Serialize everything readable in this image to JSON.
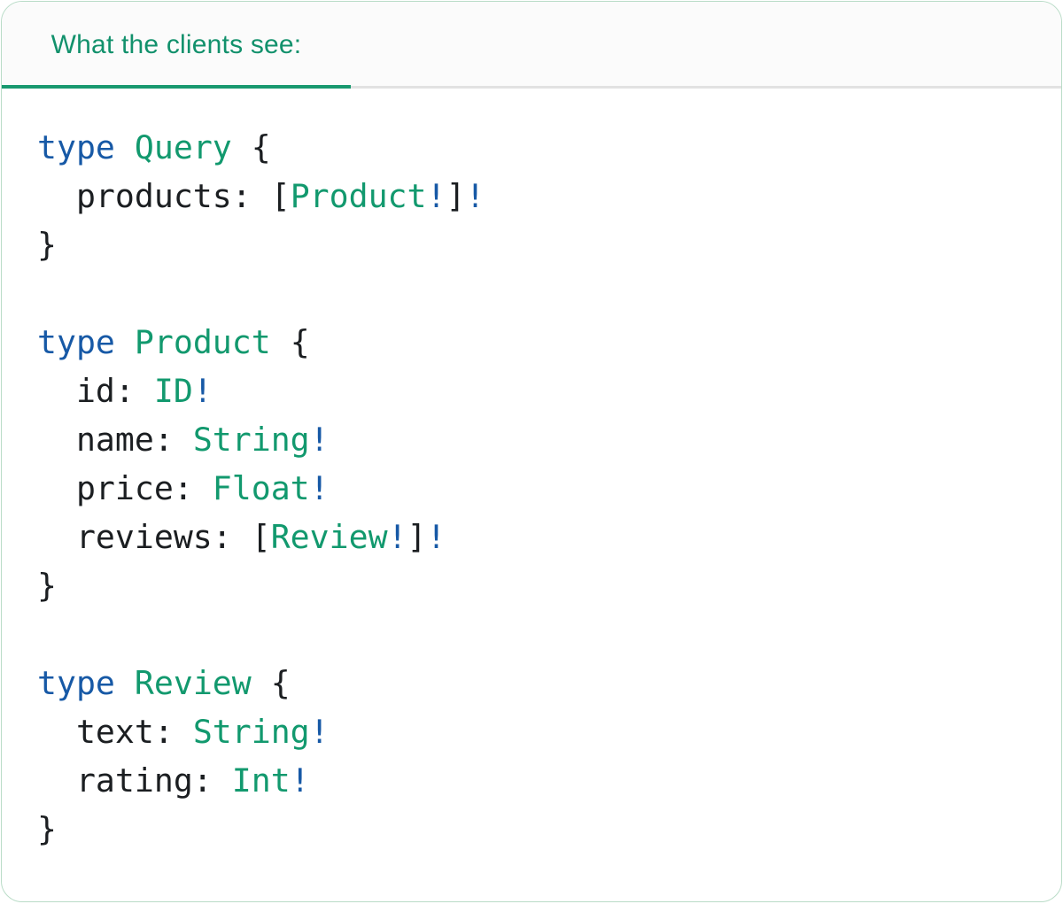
{
  "tab": {
    "label": "What the clients see:"
  },
  "colors": {
    "tab_label": "#12916c",
    "tab_accent": "#18996f",
    "header_bg": "#fbfbfb",
    "divider": "#e2e2e2",
    "card_border": "#b9dcc7",
    "card_bg": "#ffffff",
    "code_keyword": "#1759a6",
    "code_type": "#12996e",
    "code_plain": "#1b1e21"
  },
  "code": {
    "language": "graphql",
    "lines": [
      [
        {
          "t": "type",
          "c": "k"
        },
        {
          "t": " ",
          "c": "p"
        },
        {
          "t": "Query",
          "c": "g"
        },
        {
          "t": " {",
          "c": "p"
        }
      ],
      [
        {
          "t": "  products: [",
          "c": "p"
        },
        {
          "t": "Product",
          "c": "g"
        },
        {
          "t": "!",
          "c": "k"
        },
        {
          "t": "]",
          "c": "p"
        },
        {
          "t": "!",
          "c": "k"
        }
      ],
      [
        {
          "t": "}",
          "c": "p"
        }
      ],
      [],
      [
        {
          "t": "type",
          "c": "k"
        },
        {
          "t": " ",
          "c": "p"
        },
        {
          "t": "Product",
          "c": "g"
        },
        {
          "t": " {",
          "c": "p"
        }
      ],
      [
        {
          "t": "  id: ",
          "c": "p"
        },
        {
          "t": "ID",
          "c": "g"
        },
        {
          "t": "!",
          "c": "k"
        }
      ],
      [
        {
          "t": "  name: ",
          "c": "p"
        },
        {
          "t": "String",
          "c": "g"
        },
        {
          "t": "!",
          "c": "k"
        }
      ],
      [
        {
          "t": "  price: ",
          "c": "p"
        },
        {
          "t": "Float",
          "c": "g"
        },
        {
          "t": "!",
          "c": "k"
        }
      ],
      [
        {
          "t": "  reviews: [",
          "c": "p"
        },
        {
          "t": "Review",
          "c": "g"
        },
        {
          "t": "!",
          "c": "k"
        },
        {
          "t": "]",
          "c": "p"
        },
        {
          "t": "!",
          "c": "k"
        }
      ],
      [
        {
          "t": "}",
          "c": "p"
        }
      ],
      [],
      [
        {
          "t": "type",
          "c": "k"
        },
        {
          "t": " ",
          "c": "p"
        },
        {
          "t": "Review",
          "c": "g"
        },
        {
          "t": " {",
          "c": "p"
        }
      ],
      [
        {
          "t": "  text: ",
          "c": "p"
        },
        {
          "t": "String",
          "c": "g"
        },
        {
          "t": "!",
          "c": "k"
        }
      ],
      [
        {
          "t": "  rating: ",
          "c": "p"
        },
        {
          "t": "Int",
          "c": "g"
        },
        {
          "t": "!",
          "c": "k"
        }
      ],
      [
        {
          "t": "}",
          "c": "p"
        }
      ]
    ]
  }
}
